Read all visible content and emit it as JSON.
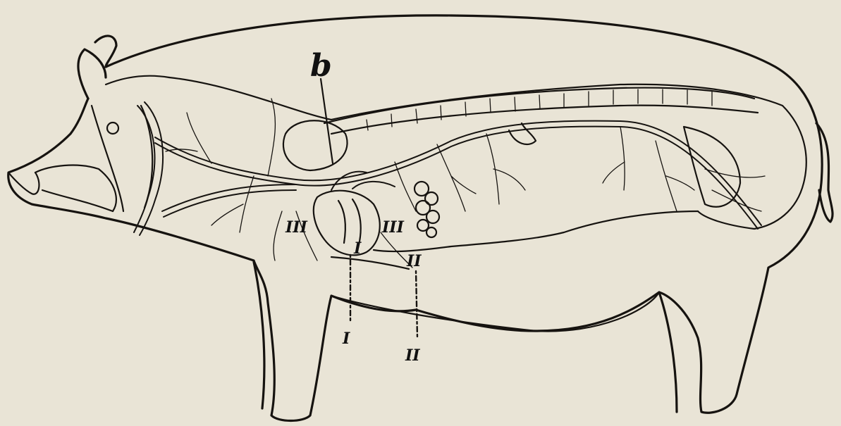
{
  "labels": {
    "b": "b",
    "iii_front": "III",
    "iii_back": "III",
    "i_heart": "I",
    "ii_heart": "II",
    "i_lower": "I",
    "ii_lower": "II"
  },
  "colors": {
    "paper": "#e9e4d6",
    "ink": "#161310"
  }
}
